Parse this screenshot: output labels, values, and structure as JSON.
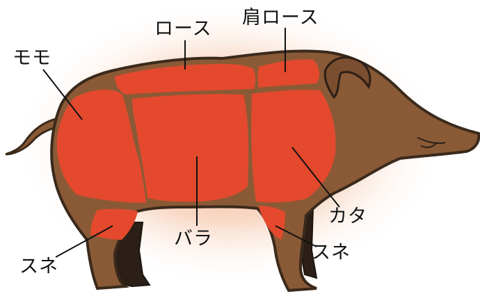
{
  "diagram": {
    "subject": "wild boar meat cuts",
    "colors": {
      "body": "#8a5a36",
      "outline": "#3a2a1c",
      "cut": "#e4492d",
      "glow": "#f0a683"
    },
    "labels": {
      "momo": "モモ",
      "rosu": "ロース",
      "kata_rosu": "肩ロース",
      "bara": "バラ",
      "kata": "カタ",
      "sune_rear": "スネ",
      "sune_front": "スネ"
    }
  }
}
